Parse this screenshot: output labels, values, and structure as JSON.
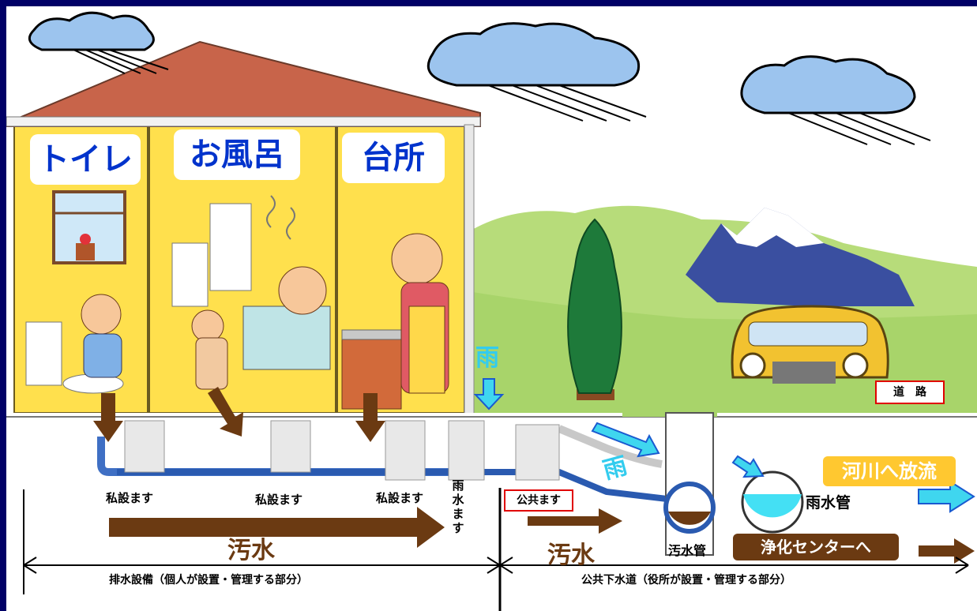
{
  "rooms": {
    "toilet": "トイレ",
    "bath": "お風呂",
    "kitchen": "台所"
  },
  "labels": {
    "private_basin": "私設ます",
    "rain_basin": "雨水ます",
    "public_basin": "公共ます",
    "road": "道　路",
    "rain": "雨",
    "sewage": "汚水",
    "sewage_pipe": "汚水管",
    "rain_pipe": "雨水管",
    "to_purification": "浄化センターへ",
    "to_river": "河川へ放流",
    "private_section": "排水設備（個人が設置・管理する部分）",
    "public_section": "公共下水道（役所が設置・管理する部分）"
  },
  "colors": {
    "background": "#000066",
    "sewage": "#6b3a12",
    "rain": "#33ccee",
    "room_label": "#0033cc",
    "river_label_bg": "#ffc830",
    "highlight_border": "#e00000"
  }
}
